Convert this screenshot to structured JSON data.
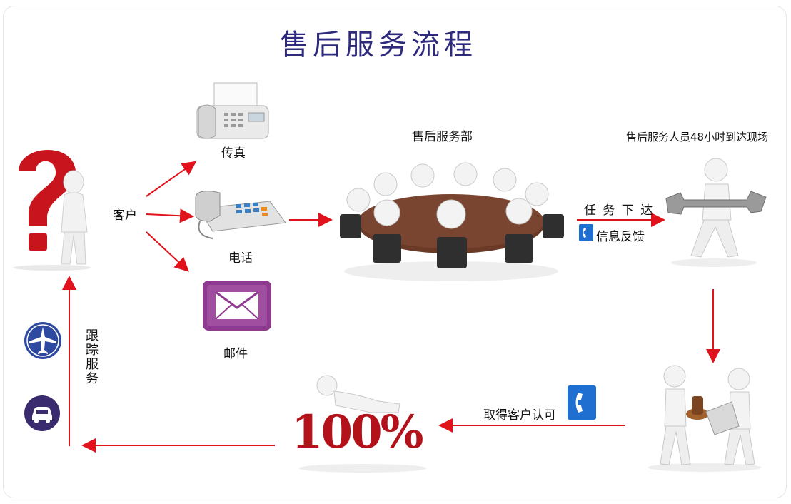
{
  "title": "售后服务流程",
  "colors": {
    "title": "#2e2a7c",
    "arrow": "#e0121b",
    "question_mark": "#c8141c",
    "percent": "#b3121a",
    "email_icon": "#8e3a8e",
    "plane_icon": "#2e4aa0",
    "car_icon": "#3a2b6e",
    "phone_badge": "#1f6fd0"
  },
  "labels": {
    "customer": "客户",
    "fax": "传真",
    "phone": "电话",
    "email": "邮件",
    "service_dept": "售后服务部",
    "staff_onsite": "售后服务人员48小时到达现场",
    "task_assign": "任 务 下 达",
    "info_feedback": "信息反馈",
    "customer_approval": "取得客户认可",
    "tracking": "跟踪服务",
    "percent": "100%"
  },
  "icons": [
    "question-mark-figure-icon",
    "fax-icon",
    "telephone-icon",
    "email-icon",
    "meeting-table-icon",
    "wrench-figure-icon",
    "handshake-stamp-icon",
    "percent-figure-icon",
    "airplane-icon",
    "car-icon",
    "phone-badge-icon"
  ]
}
